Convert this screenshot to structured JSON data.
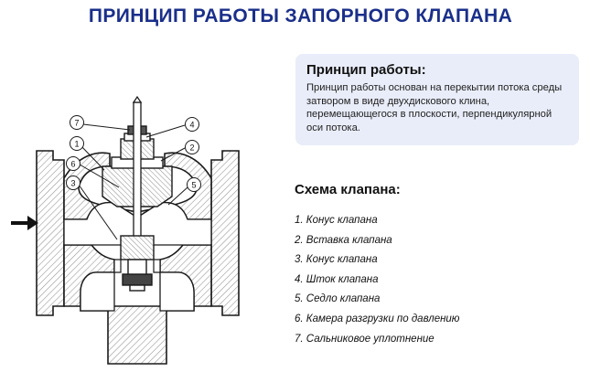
{
  "title": "ПРИНЦИП РАБОТЫ ЗАПОРНОГО КЛАПАНА",
  "info": {
    "heading": "Принцип работы:",
    "text": "Принцип работы основан на перекытии потока среды затвором в виде двухдискового клина, перемещающегося в плоскости, перпендикулярной оси потока."
  },
  "scheme": {
    "heading": "Схема клапана:",
    "items": [
      " 1. Конус клапана",
      "2. Вставка клапана",
      "3. Конус клапана",
      "4. Шток клапана",
      "5. Седло клапана",
      "6. Камера разгрузки по давлению",
      "7. Сальниковое уплотнение"
    ]
  },
  "diagram": {
    "callouts": [
      "7",
      "4",
      "1",
      "2",
      "6",
      "3",
      "5"
    ]
  },
  "colors": {
    "title": "#1a2f8a",
    "card": "#e9edf9",
    "hatch": "#c8c8c8",
    "outline": "#1b1b1b"
  }
}
